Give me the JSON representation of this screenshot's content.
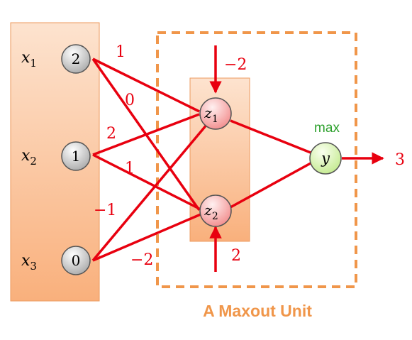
{
  "inputs": [
    {
      "var": "x",
      "sub": "1",
      "value": "2"
    },
    {
      "var": "x",
      "sub": "2",
      "value": "1"
    },
    {
      "var": "x",
      "sub": "3",
      "value": "0"
    }
  ],
  "hidden": [
    {
      "var": "z",
      "sub": "1"
    },
    {
      "var": "z",
      "sub": "2"
    }
  ],
  "output": {
    "var": "y",
    "func_label": "max",
    "result": "3"
  },
  "weights": {
    "x1_z1": "1",
    "x1_z2": "0",
    "x2_z1": "2",
    "x2_z2": "1",
    "x3_z1": "−1",
    "x3_z2": "−2"
  },
  "biases": {
    "z1": "−2",
    "z2": "2"
  },
  "caption": "A Maxout Unit",
  "colors": {
    "edge_red": "#e8000f",
    "input_panel": "#fbbf95",
    "box_orange": "#f0964a",
    "caption_orange": "#f0964a",
    "max_green": "#2ca02c"
  }
}
